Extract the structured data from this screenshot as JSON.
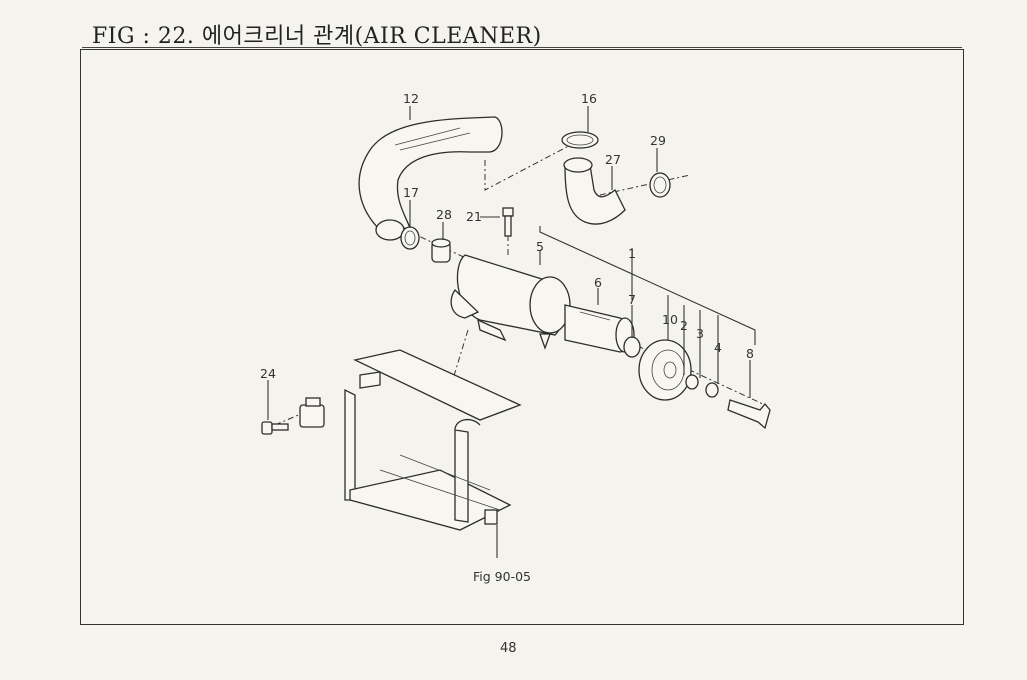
{
  "figure": {
    "title": "FIG : 22. 에어크리너 관계(AIR CLEANER)",
    "reference": "Fig 90-05",
    "page_number": "48"
  },
  "callouts": [
    {
      "id": "c12",
      "label": "12"
    },
    {
      "id": "c16",
      "label": "16"
    },
    {
      "id": "c29",
      "label": "29"
    },
    {
      "id": "c27",
      "label": "27"
    },
    {
      "id": "c17",
      "label": "17"
    },
    {
      "id": "c28",
      "label": "28"
    },
    {
      "id": "c21",
      "label": "21"
    },
    {
      "id": "c5",
      "label": "5"
    },
    {
      "id": "c1",
      "label": "1"
    },
    {
      "id": "c6",
      "label": "6"
    },
    {
      "id": "c7",
      "label": "7"
    },
    {
      "id": "c10",
      "label": "10"
    },
    {
      "id": "c2",
      "label": "2"
    },
    {
      "id": "c3",
      "label": "3"
    },
    {
      "id": "c4",
      "label": "4"
    },
    {
      "id": "c8",
      "label": "8"
    },
    {
      "id": "c24",
      "label": "24"
    }
  ],
  "colors": {
    "paper": "#f4f3ee",
    "ink": "#2d2d2d"
  }
}
